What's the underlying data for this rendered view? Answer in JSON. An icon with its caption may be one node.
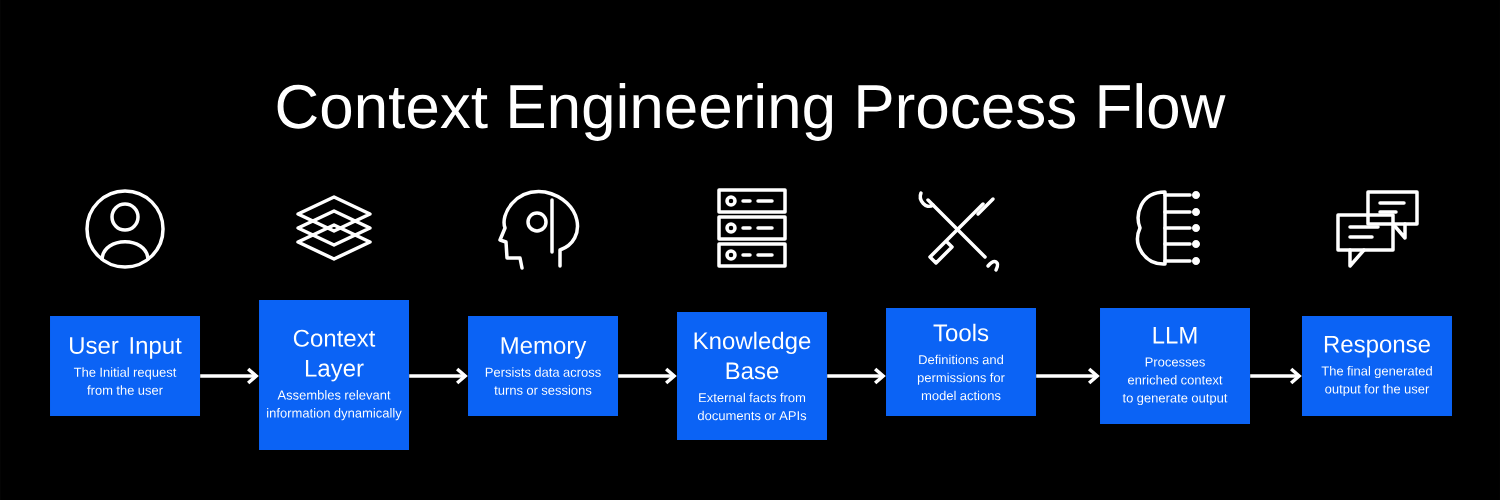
{
  "diagram": {
    "title": "Context Engineering Process Flow",
    "nodes": [
      {
        "text": [
          "User Input",
          "The Initial request from the user"
        ]
      },
      {
        "text": [
          "Context Layer",
          "Assembles relevant information dynamically"
        ]
      },
      {
        "text": [
          "Memory",
          "Persists data across turns or sessions"
        ]
      },
      {
        "text": [
          "Knowledge Base",
          "External facts from documents or APIs"
        ]
      },
      {
        "text": [
          "Tools",
          "Definitions and permissions for model actions"
        ]
      },
      {
        "text": [
          "LLM",
          "Processes enriched context to generate output"
        ]
      },
      {
        "text": [
          "Response",
          "The final generated output for the user"
        ]
      }
    ],
    "edges": [
      {
        "from": 0,
        "to": 1,
        "arrow": "to"
      },
      {
        "from": 1,
        "to": 2,
        "arrow": "to"
      },
      {
        "from": 2,
        "to": 3,
        "arrow": "to"
      },
      {
        "from": 3,
        "to": 4,
        "arrow": "to"
      },
      {
        "from": 4,
        "to": 5,
        "arrow": "to"
      },
      {
        "from": 5,
        "to": 6,
        "arrow": "to"
      }
    ]
  }
}
